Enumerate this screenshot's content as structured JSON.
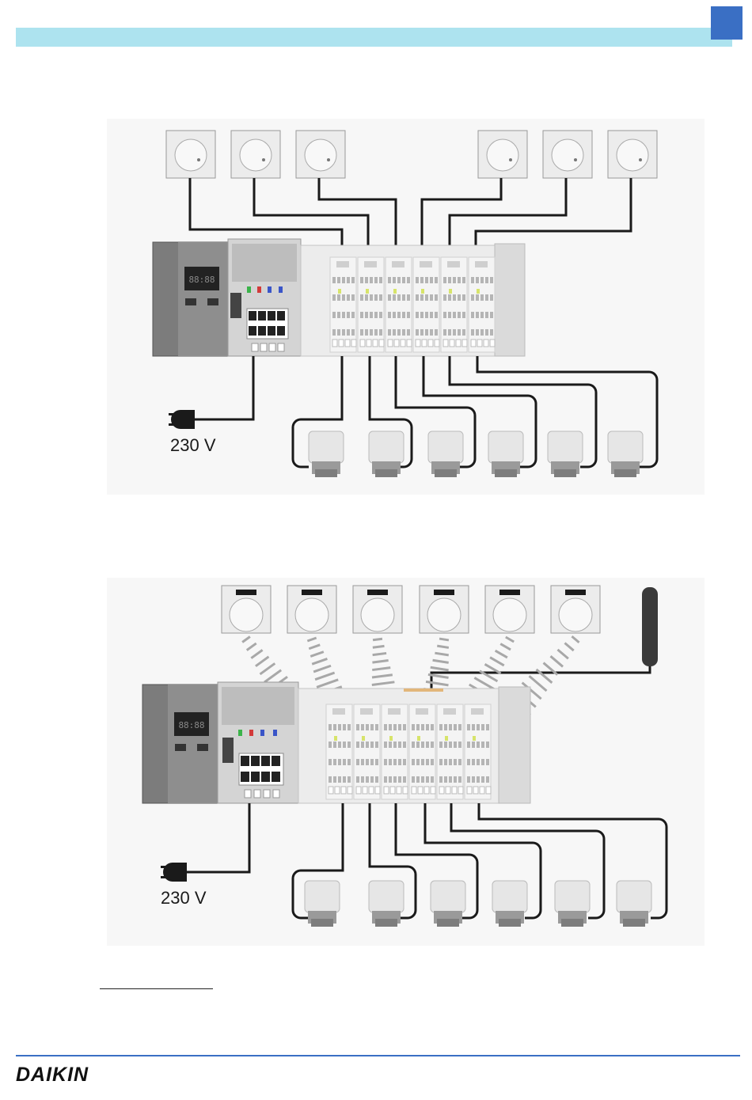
{
  "colors": {
    "header_bar": "#ade3ef",
    "corner_tab": "#3a6fc4",
    "footer_rule": "#3a6fc4",
    "cable": "#1a1a1a",
    "housing_dark": "#7a7a7a",
    "housing_light": "#e6e6e6"
  },
  "diagram1": {
    "thermostat_style": "wired-dial",
    "thermostat_count": 6,
    "actuator_count": 6,
    "supply_label": "230 V",
    "display_text": "88:88"
  },
  "diagram2": {
    "thermostat_style": "wireless-display-dial",
    "thermostat_count": 6,
    "actuator_count": 6,
    "antenna": "external-antenna-icon",
    "supply_label": "230 V",
    "display_text": "88:88"
  },
  "footer": {
    "brand": "DAIKIN"
  }
}
